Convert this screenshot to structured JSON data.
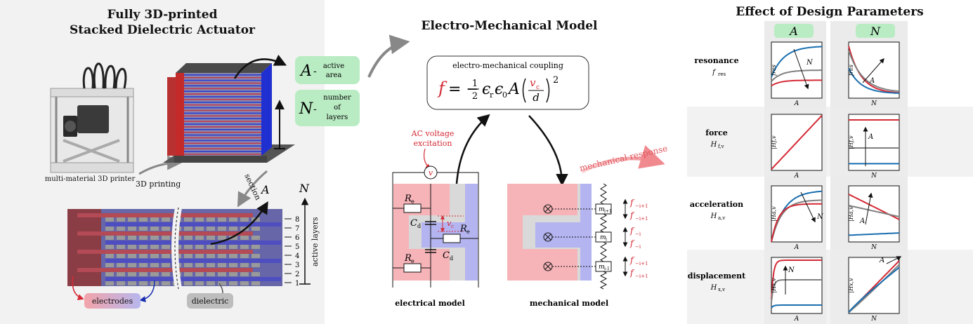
{
  "left": {
    "title_line1": "Fully 3D-printed",
    "title_line2": "Stacked Dielectric Actuator",
    "printer_label": "multi-material 3D printer",
    "printing_label": "3D printing",
    "section_label": "section",
    "active_layers_label": "active layers",
    "axis_A": "A",
    "axis_N": "N",
    "layer_numbers": [
      "8",
      "7",
      "6",
      "5",
      "4",
      "3",
      "2",
      "1"
    ],
    "electrodes_label": "electrodes",
    "dielectric_label": "dielectric",
    "param_A_symbol": "A",
    "param_A_desc": [
      "active",
      "area"
    ],
    "param_N_symbol": "N",
    "param_N_desc": [
      "number",
      "of",
      "layers"
    ],
    "dash": "-"
  },
  "middle": {
    "title": "Electro-Mechanical Model",
    "coupling_label": "electro-mechanical coupling",
    "equation": "f = −½ ϵr ϵ0 A (vc / d)²",
    "eq_f": "f",
    "eq_minus": "= −",
    "eq_half_num": "1",
    "eq_half_den": "2",
    "eq_eps_r": "ϵ",
    "eq_eps_r_sub": "r",
    "eq_eps_0": "ϵ",
    "eq_eps_0_sub": "0",
    "eq_A": "A",
    "eq_vc": "v",
    "eq_vc_sub": "c",
    "eq_d": "d",
    "eq_pow": "2",
    "ac_label_1": "AC voltage",
    "ac_label_2": "excitation",
    "source_symbol": "v",
    "Re": "R",
    "Re_sub": "e",
    "Cd": "C",
    "Cd_sub": "d",
    "vc": "v",
    "vc_sub": "c",
    "electrical_label": "electrical model",
    "mechanical_label": "mechanical model",
    "response_label": "mechanical response",
    "m_top": "m",
    "m_top_sub": "i+1",
    "m_mid": "m",
    "m_mid_sub": "i",
    "m_bot": "m",
    "m_bot_sub": "i-1",
    "forces": [
      {
        "f": "f",
        "sub": "−i+1"
      },
      {
        "f": "f",
        "sub": "−i+1"
      },
      {
        "f": "f",
        "sub": "−i"
      },
      {
        "f": "f",
        "sub": "−i"
      },
      {
        "f": "f",
        "sub": "−i+1"
      },
      {
        "f": "f",
        "sub": "−i+1"
      }
    ]
  },
  "right": {
    "title": "Effect of Design Parameters",
    "col_A": "A",
    "col_N": "N",
    "rows": [
      {
        "name": "resonance",
        "sym": "f",
        "sub": "res",
        "ylabel": "f",
        "ysub": "res"
      },
      {
        "name": "force",
        "sym": "H",
        "sub": "f,v",
        "ylabel": "|H",
        "ysub": "f,v"
      },
      {
        "name": "acceleration",
        "sym": "H",
        "sub": "a,v",
        "ylabel": "|H",
        "ysub": "a,v"
      },
      {
        "name": "displacement",
        "sym": "H",
        "sub": "x,v",
        "ylabel": "|H",
        "ysub": "x,v"
      }
    ],
    "xlabel_A": "A",
    "xlabel_N": "N",
    "arrow_N": "N",
    "arrow_A": "A"
  },
  "colors": {
    "green": "#b9ecc3",
    "red": "#d42a35",
    "blue": "#1a6fb0",
    "gray": "#808080",
    "pink": "#f6b3b8",
    "lavender": "#b4b4f0",
    "light_gray": "#d4d4d4",
    "panel_bg": "#efefef"
  }
}
